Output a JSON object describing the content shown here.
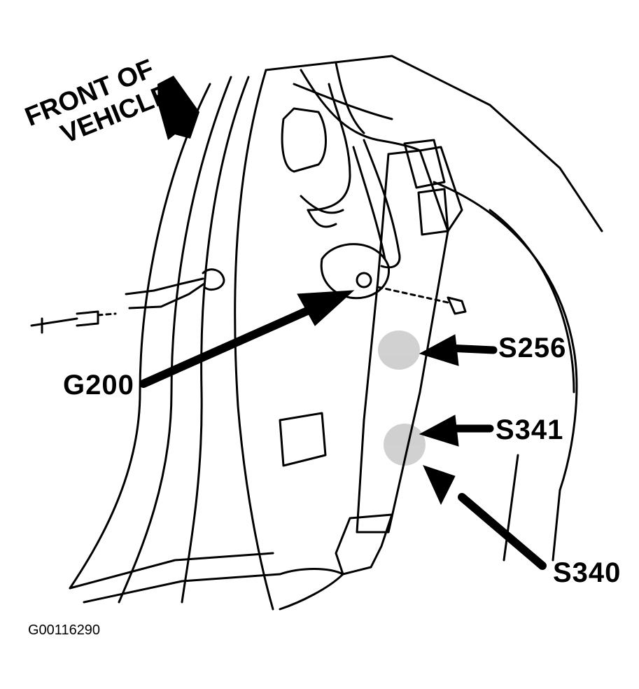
{
  "diagram": {
    "orientation_label": {
      "line1": "FRONT OF",
      "line2": "VEHICLE"
    },
    "callouts": {
      "g200": "G200",
      "s256": "S256",
      "s341": "S341",
      "s340": "S340"
    },
    "figure_id": "G00116290"
  }
}
